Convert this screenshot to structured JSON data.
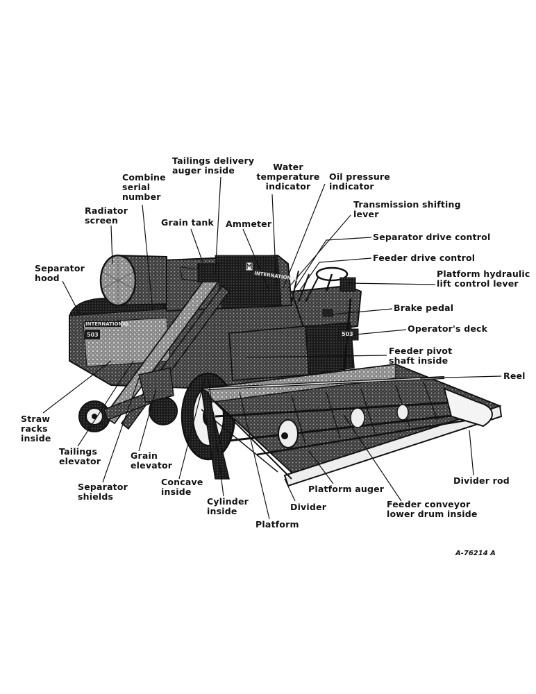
{
  "labels": {
    "tailings_delivery_auger": "Tailings delivery\nauger inside",
    "combine_serial_number": "Combine\nserial\nnumber",
    "water_temperature_indicator": "Water\ntemperature\nindicator",
    "oil_pressure_indicator": "Oil pressure\nindicator",
    "transmission_shifting_lever": "Transmission shifting\nlever",
    "radiator_screen": "Radiator\nscreen",
    "grain_tank": "Grain tank",
    "ammeter": "Ammeter",
    "separator_drive_control": "Separator drive control",
    "feeder_drive_control": "Feeder drive control",
    "separator_hood": "Separator\nhood",
    "platform_hydraulic_lift": "Platform hydraulic\nlift control lever",
    "brake_pedal": "Brake pedal",
    "operators_deck": "Operator's deck",
    "feeder_pivot_shaft": "Feeder pivot\nshaft inside",
    "reel": "Reel",
    "straw_racks": "Straw\nracks\ninside",
    "tailings_elevator": "Tailings\nelevator",
    "grain_elevator": "Grain\nelevator",
    "divider_rod": "Divider rod",
    "concave": "Concave\ninside",
    "separator_shields": "Separator\nshields",
    "platform_auger": "Platform auger",
    "feeder_conveyor": "Feeder conveyor\nlower drum inside",
    "cylinder": "Cylinder\ninside",
    "divider": "Divider",
    "platform": "Platform"
  },
  "machine_text": {
    "brand_side": "INTERNATIONAL",
    "model_side": "503",
    "brand_tank": "INTERNATIONAL",
    "model_deck": "503"
  },
  "figure_number": "A-76214 A"
}
